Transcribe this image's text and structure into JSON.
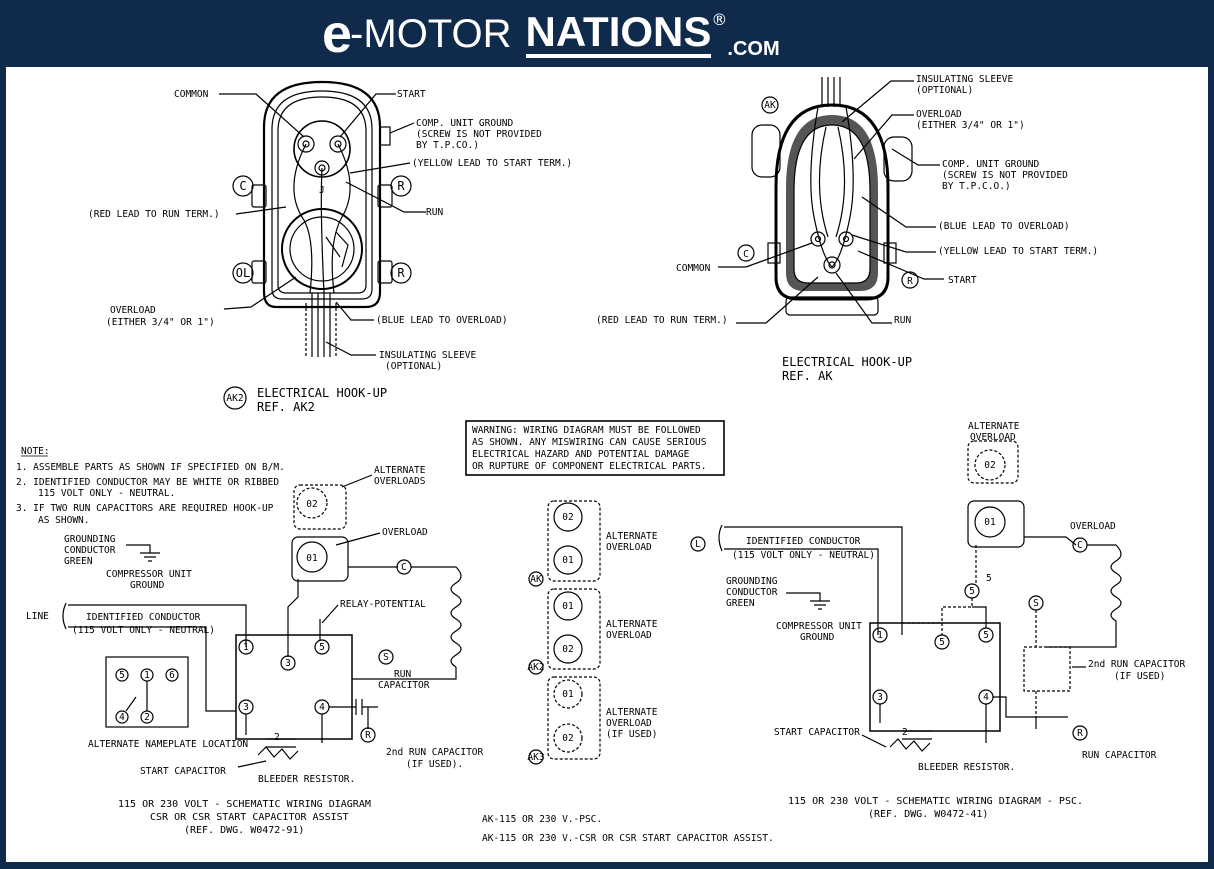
{
  "header": {
    "logo_e": "e",
    "logo_motor": "-MOTOR",
    "logo_nations": "NATIONS",
    "logo_reg": "®",
    "logo_com": ".COM"
  },
  "ak2_diagram": {
    "common": "COMMON",
    "start": "START",
    "ground_l1": "COMP. UNIT GROUND",
    "ground_l2": "(SCREW IS NOT PROVIDED",
    "ground_l3": "BY T.P.CO.)",
    "yellow": "(YELLOW LEAD TO START TERM.)",
    "red": "(RED LEAD TO RUN TERM.)",
    "run": "RUN",
    "overload_l1": "OVERLOAD",
    "overload_l2": "(EITHER 3/4\" OR 1\")",
    "blue": "(BLUE LEAD TO OVERLOAD)",
    "sleeve_l1": "INSULATING SLEEVE",
    "sleeve_l2": "(OPTIONAL)",
    "c": "C",
    "r": "R",
    "ol": "OL",
    "r2": "R",
    "j": "J",
    "tag": "AK2",
    "caption_l1": "ELECTRICAL HOOK-UP",
    "caption_l2": "REF. AK2"
  },
  "ak_diagram": {
    "sleeve_l1": "INSULATING SLEEVE",
    "sleeve_l2": "(OPTIONAL)",
    "overload_l1": "OVERLOAD",
    "overload_l2": "(EITHER 3/4\" OR 1\")",
    "ground_l1": "COMP. UNIT GROUND",
    "ground_l2": "(SCREW IS NOT PROVIDED",
    "ground_l3": "BY T.P.C.O.)",
    "blue": "(BLUE LEAD TO OVERLOAD)",
    "yellow": "(YELLOW LEAD TO START TERM.)",
    "common": "COMMON",
    "start": "START",
    "red": "(RED LEAD TO RUN TERM.)",
    "run": "RUN",
    "tag": "AK",
    "c": "C",
    "r": "R",
    "caption_l1": "ELECTRICAL HOOK-UP",
    "caption_l2": "REF. AK"
  },
  "warning": {
    "l1": "WARNING: WIRING DIAGRAM MUST BE FOLLOWED",
    "l2": "AS SHOWN. ANY MISWIRING CAN CAUSE SERIOUS",
    "l3": "ELECTRICAL HAZARD AND POTENTIAL DAMAGE",
    "l4": "OR RUPTURE OF COMPONENT ELECTRICAL PARTS."
  },
  "notes": {
    "title": "NOTE:",
    "n1": "1.   ASSEMBLE PARTS AS SHOWN IF SPECIFIED ON B/M.",
    "n2_l1": "2.   IDENTIFIED CONDUCTOR MAY BE WHITE OR RIBBED",
    "n2_l2": "115 VOLT ONLY - NEUTRAL.",
    "n3_l1": "3.   IF TWO RUN CAPACITORS ARE REQUIRED HOOK-UP",
    "n3_l2": "AS SHOWN."
  },
  "csr": {
    "grounding_l1": "GROUNDING",
    "grounding_l2": "CONDUCTOR",
    "grounding_l3": "GREEN",
    "comp_ground_l1": "COMPRESSOR UNIT",
    "comp_ground_l2": "GROUND",
    "line": "LINE",
    "ident_l1": "IDENTIFIED CONDUCTOR",
    "ident_l2": "(115 VOLT ONLY - NEUTRAL)",
    "alt_overloads_l1": "ALTERNATE",
    "alt_overloads_l2": "OVERLOADS",
    "overload": "OVERLOAD",
    "relay": "RELAY-POTENTIAL",
    "run_cap_l1": "RUN",
    "run_cap_l2": "CAPACITOR",
    "second_run_l1": "2nd RUN CAPACITOR",
    "second_run_l2": "(IF USED).",
    "start_cap": "START CAPACITOR",
    "bleeder": "BLEEDER RESISTOR.",
    "nameplate": "ALTERNATE NAMEPLATE LOCATION",
    "o1": "01",
    "o2": "02",
    "t1": "1",
    "t3": "3",
    "t5": "5",
    "t4": "4",
    "t2": "2",
    "t6": "6",
    "c": "C",
    "s": "S",
    "r": "R",
    "caption_l1": "115 OR 230 VOLT - SCHEMATIC WIRING DIAGRAM",
    "caption_l2": "CSR OR CSR START CAPACITOR ASSIST",
    "caption_l3": "(REF. DWG. W0472-91)"
  },
  "middle": {
    "alt_l1": "ALTERNATE",
    "alt_l2": "OVERLOAD",
    "alt_l3": "(IF USED)",
    "o1": "01",
    "o2": "02",
    "ak": "AK",
    "ak2": "AK2",
    "ak3": "AK3",
    "foot1": "AK-115 OR 230 V.-PSC.",
    "foot2": "AK-115 OR 230 V.-CSR OR CSR START CAPACITOR ASSIST."
  },
  "psc": {
    "alt_l1": "ALTERNATE",
    "alt_l2": "OVERLOAD",
    "overload": "OVERLOAD",
    "l": "L",
    "ident_l1": "IDENTIFIED CONDUCTOR",
    "ident_l2": "(115 VOLT ONLY - NEUTRAL)",
    "grounding_l1": "GROUNDING",
    "grounding_l2": "CONDUCTOR",
    "grounding_l3": "GREEN",
    "comp_ground_l1": "COMPRESSOR UNIT",
    "comp_ground_l2": "GROUND",
    "second_run_l1": "2nd RUN CAPACITOR",
    "second_run_l2": "(IF USED)",
    "start_cap": "START CAPACITOR",
    "bleeder": "BLEEDER RESISTOR.",
    "run_cap": "RUN CAPACITOR",
    "o1": "01",
    "o2": "02",
    "t1": "1",
    "t3": "3",
    "t5": "5",
    "t4": "4",
    "t2": "2",
    "c": "C",
    "s": "S",
    "r": "R",
    "caption_l1": "115 OR 230 VOLT - SCHEMATIC WIRING DIAGRAM - PSC.",
    "caption_l2": "(REF. DWG. W0472-41)"
  }
}
